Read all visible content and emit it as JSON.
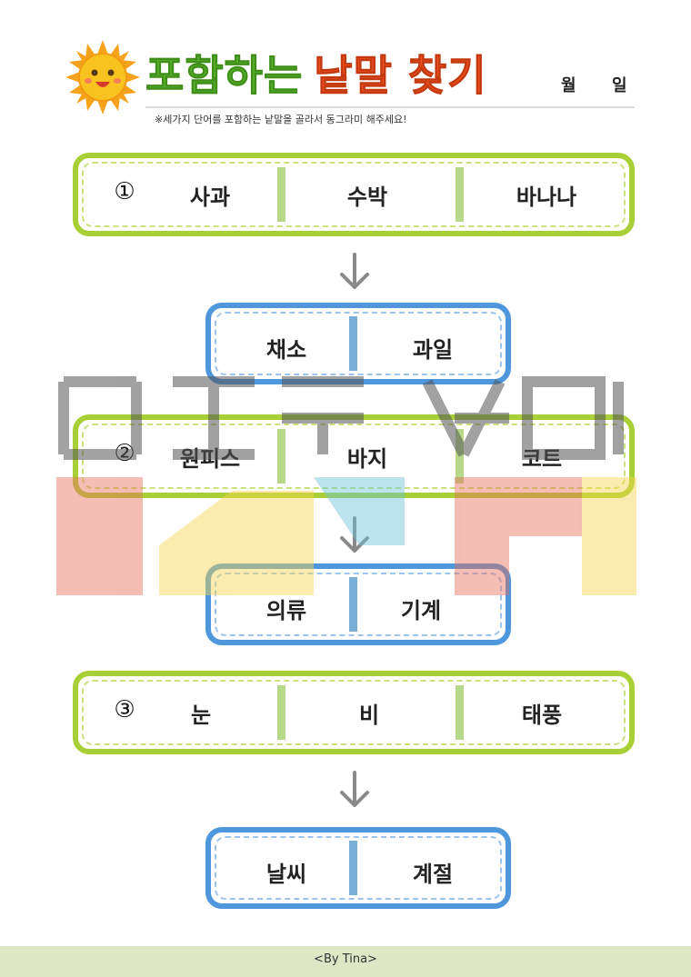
{
  "header": {
    "title_part1": "포함하는",
    "title_part2": "낱말 찾기",
    "month_label": "월",
    "day_label": "일",
    "instruction": "※세가지 단어를 포함하는 낱말을 골라서 동그라미 해주세요!"
  },
  "questions": [
    {
      "number": "①",
      "words": [
        "사과",
        "수박",
        "바나나"
      ],
      "choices": [
        "채소",
        "과일"
      ]
    },
    {
      "number": "②",
      "words": [
        "원피스",
        "바지",
        "코트"
      ],
      "choices": [
        "의류",
        "기계"
      ]
    },
    {
      "number": "③",
      "words": [
        "눈",
        "비",
        "태풍"
      ],
      "choices": [
        "날씨",
        "계절"
      ]
    }
  ],
  "footer": {
    "credit": "<By Tina>"
  },
  "colors": {
    "title_green": "#5cb82e",
    "title_orange": "#f0501e",
    "question_border": "#a9cf37",
    "choice_border": "#4e97dd",
    "footer_bg": "#dde7c6"
  },
  "icons": {
    "mascot": "sun-mascot-icon",
    "arrow": "down-arrow-icon"
  }
}
